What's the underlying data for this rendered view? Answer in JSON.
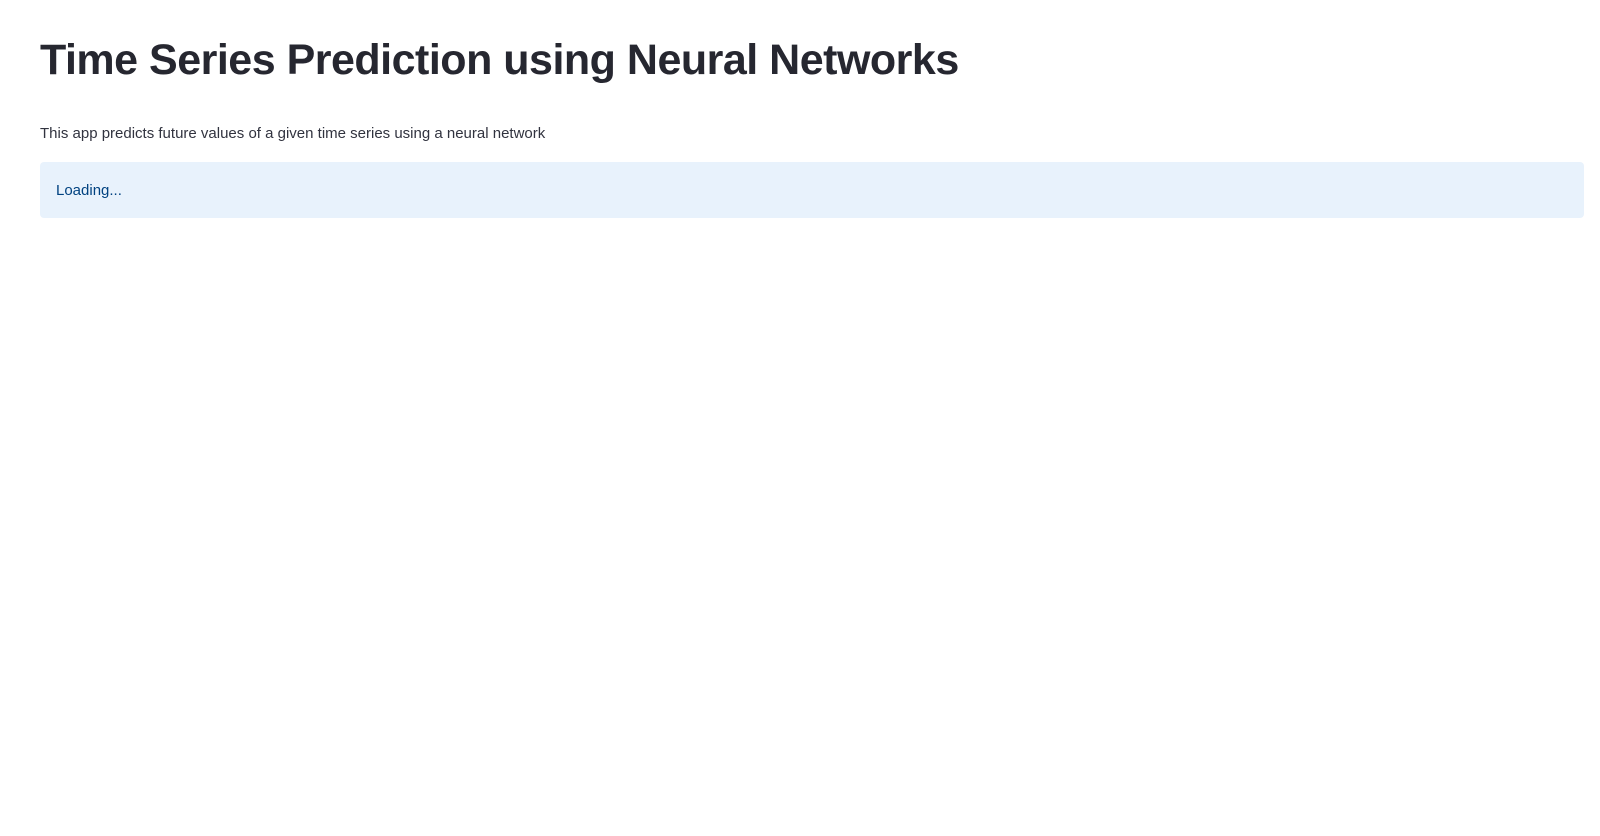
{
  "page": {
    "title": "Time Series Prediction using Neural Networks",
    "description": "This app predicts future values of a given time series using a neural network"
  },
  "status": {
    "message": "Loading...",
    "type": "info",
    "background_color": "#e8f2fc",
    "text_color": "#004280"
  }
}
